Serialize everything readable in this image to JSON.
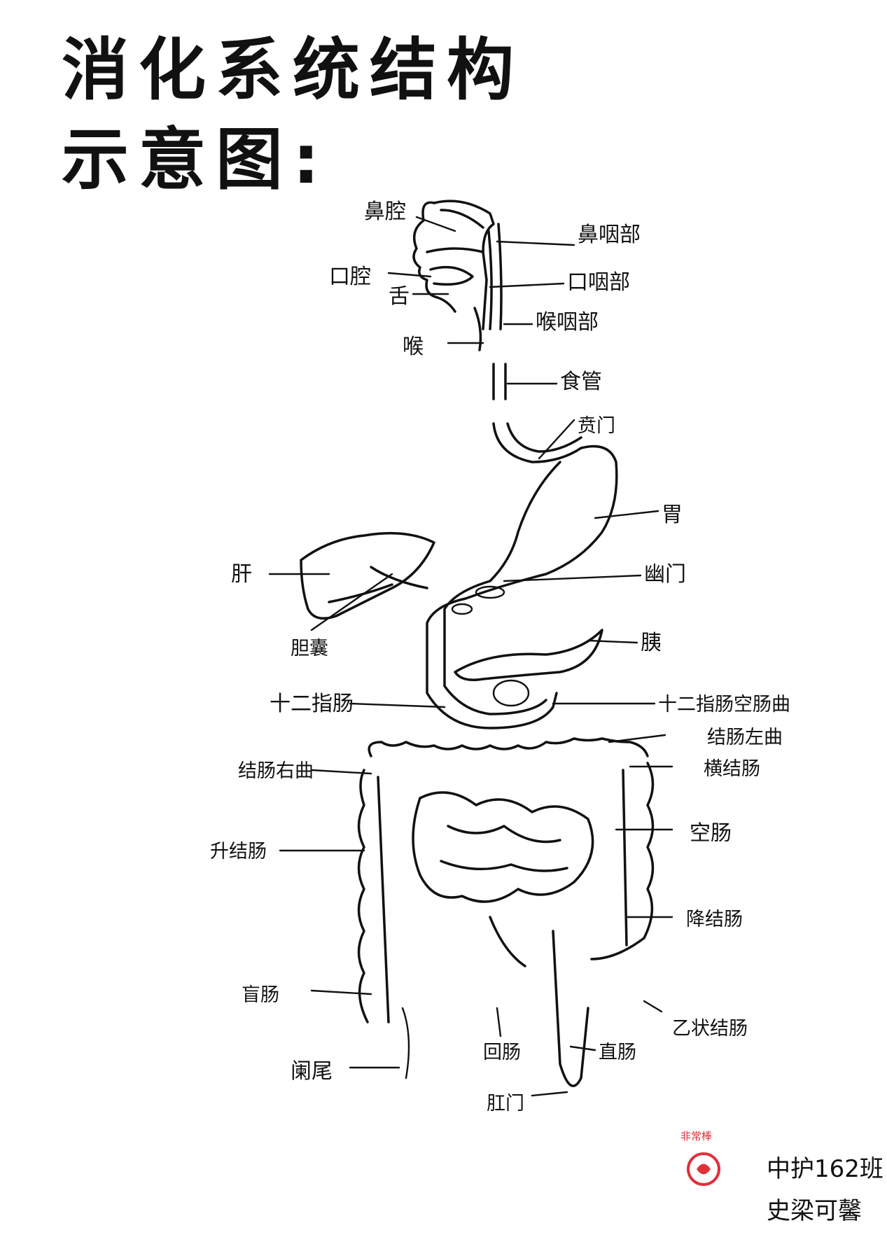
{
  "title": {
    "line1": "消化系统结构",
    "line2": "示意图:"
  },
  "labels": {
    "nasal_cavity": "鼻腔",
    "nasopharynx": "鼻咽部",
    "oral_cavity": "口腔",
    "oropharynx": "口咽部",
    "tongue": "舌",
    "laryngopharynx": "喉咽部",
    "larynx": "喉",
    "esophagus": "食管",
    "cardia": "贲门",
    "stomach": "胃",
    "liver": "肝",
    "pylorus": "幽门",
    "gallbladder": "胆囊",
    "pancreas": "胰",
    "duodenum": "十二指肠",
    "duodenojejunal_flexure": "十二指肠空肠曲",
    "left_colic_flexure": "结肠左曲",
    "right_colic_flexure": "结肠右曲",
    "transverse_colon": "横结肠",
    "ascending_colon": "升结肠",
    "jejunum": "空肠",
    "descending_colon": "降结肠",
    "cecum": "盲肠",
    "sigmoid_colon": "乙状结肠",
    "ileum": "回肠",
    "rectum": "直肠",
    "appendix": "阑尾",
    "anus": "肛门"
  },
  "signature": {
    "line1": "中护162班",
    "line2": "史梁可馨"
  },
  "stamp": {
    "text": "非常棒"
  },
  "colors": {
    "ink": "#111111",
    "stamp": "#e0303a"
  }
}
